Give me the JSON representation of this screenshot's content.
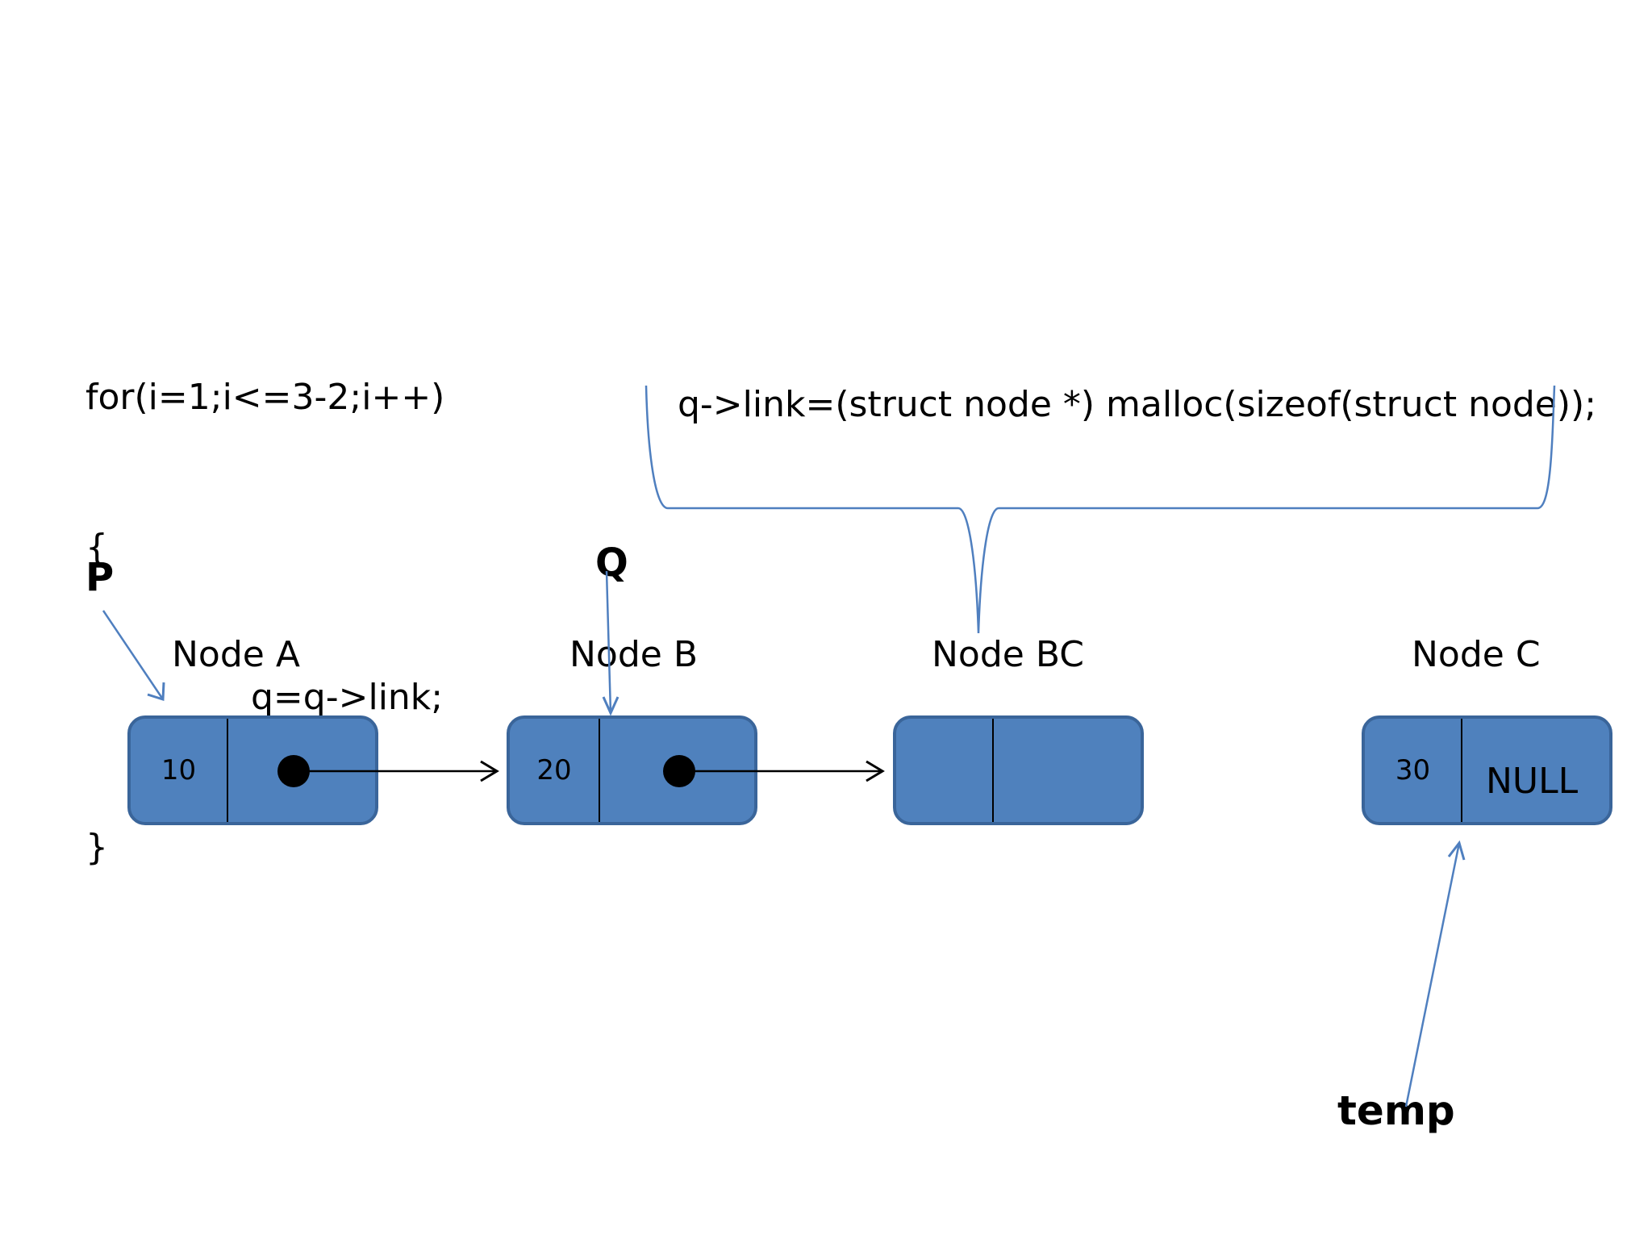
{
  "code": {
    "line1": "for(i=1;i<=3-2;i++)",
    "line2": "{",
    "line3": "q=q->link;",
    "line4": "}"
  },
  "malloc_statement": "q->link=(struct node *) malloc(sizeof(struct node));",
  "pointers": {
    "p": "P",
    "q": "Q",
    "temp": "temp"
  },
  "nodes": [
    {
      "label": "Node A",
      "data": "10"
    },
    {
      "label": "Node B",
      "data": "20"
    },
    {
      "label": "Node BC",
      "data": ""
    },
    {
      "label": "Node C",
      "data": "30",
      "link": "NULL"
    }
  ],
  "colors": {
    "node_fill": "#4f81bd",
    "node_border": "#3a659a",
    "pointer_arrow": "#4f7fbf",
    "link_arrow": "#000000"
  }
}
